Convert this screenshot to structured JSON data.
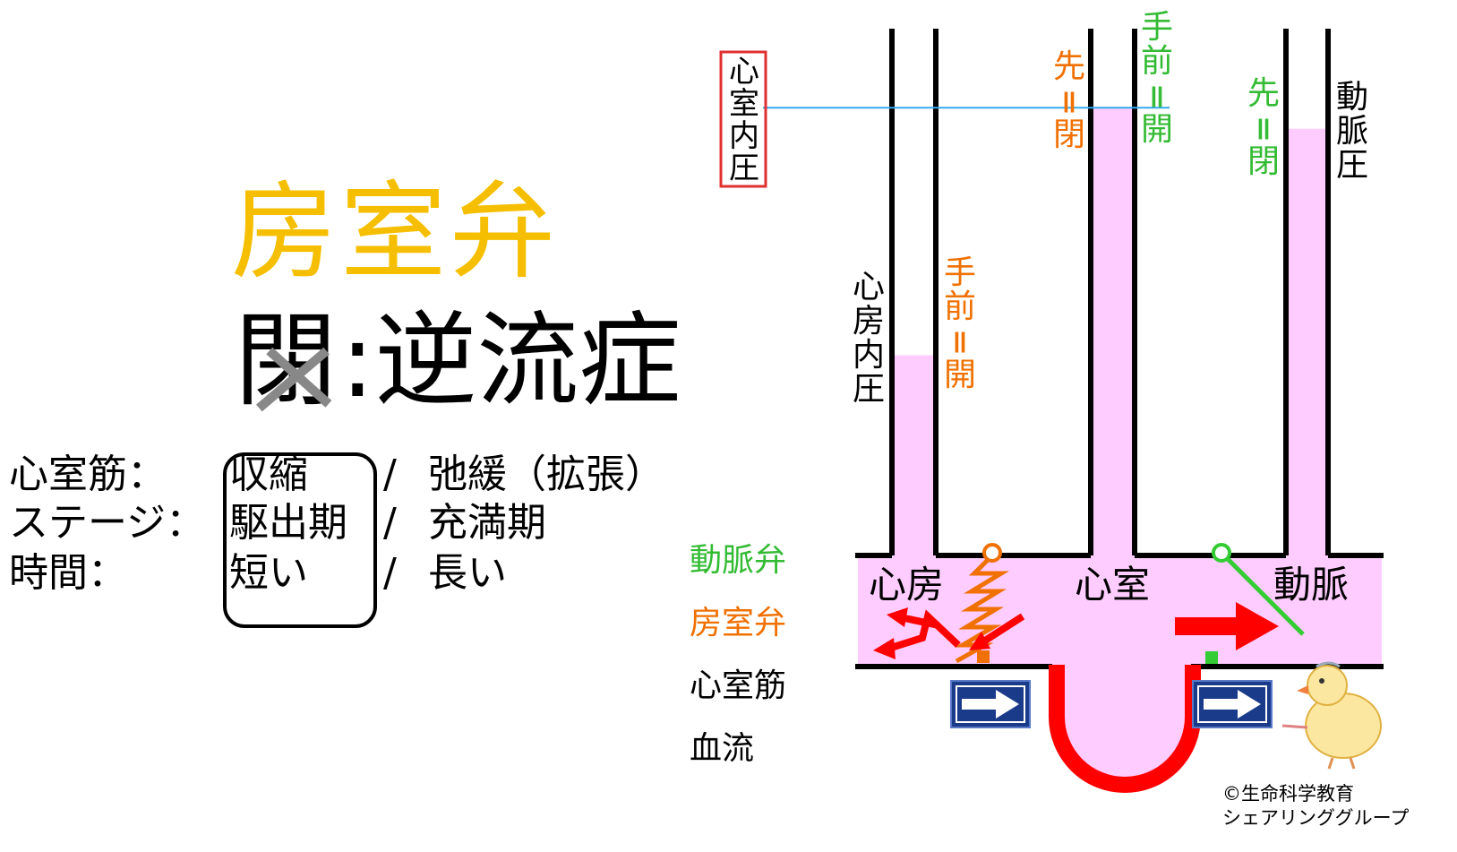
{
  "title": "房室弁",
  "status": {
    "closed_char": "閉",
    "rest": ":逆流症"
  },
  "rows": [
    {
      "label": "心室筋：",
      "selected": "収縮",
      "sep": "/",
      "alternative": "弛緩（拡張）"
    },
    {
      "label": "ステージ：",
      "selected": "駆出期",
      "sep": "/",
      "alternative": "充満期"
    },
    {
      "label": "時間：",
      "selected": "短い",
      "sep": "/",
      "alternative": "長い"
    }
  ],
  "legend": {
    "arterial_valve": "動脈弁",
    "av_valve": "房室弁",
    "ventricular_muscle": "心室筋",
    "blood_flow": "血流"
  },
  "diagram": {
    "ventricular_pressure_label": "心室内圧",
    "atrial_pressure_label": "心房内圧",
    "arterial_pressure_label": "動脈圧",
    "av_valve_before": "手前＝開",
    "av_valve_after": "先＝閉",
    "arterial_valve_before": "手前＝開",
    "arterial_valve_after": "先＝閉",
    "chamber_atrium": "心房",
    "chamber_ventricle": "心室",
    "chamber_artery": "動脈",
    "levels": {
      "atrial_pressure": 0.38,
      "ventricular_pressure": 0.85,
      "arterial_pressure": 0.81
    }
  },
  "credit": [
    "©生命科学教育",
    "シェアリンググループ"
  ],
  "colors": {
    "title": "#f5bf00",
    "arterial_valve": "#33cc33",
    "av_valve": "#f07000",
    "blood": "#ffccff",
    "arrow": "#ff0000",
    "pressure_line": "#33aaee",
    "muscle": "#ff0000",
    "sign": "#1a3a8a"
  }
}
